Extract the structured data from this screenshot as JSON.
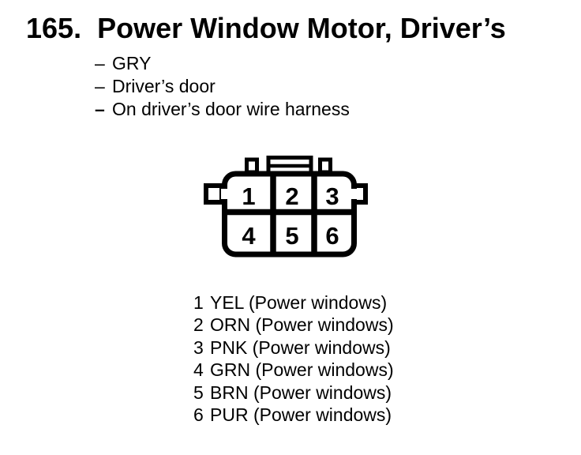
{
  "page": {
    "background_color": "#ffffff",
    "ink_color": "#000000"
  },
  "header": {
    "item_number": "165.",
    "title": "Power Window Motor, Driver’s"
  },
  "notes": [
    {
      "dash": "–",
      "text": "GRY"
    },
    {
      "dash": "–",
      "text": "Driver’s door"
    },
    {
      "dash": "–",
      "text": "On driver’s door wire harness"
    }
  ],
  "connector": {
    "description": "6-cavity connector, front view, 2 rows x 3 columns",
    "cavities": [
      "1",
      "2",
      "3",
      "4",
      "5",
      "6"
    ],
    "rows": [
      [
        "1",
        "2",
        "3"
      ],
      [
        "4",
        "5",
        "6"
      ]
    ]
  },
  "pins": [
    {
      "pin": "1",
      "label": "YEL (Power windows)"
    },
    {
      "pin": "2",
      "label": "ORN (Power windows)"
    },
    {
      "pin": "3",
      "label": "PNK (Power windows)"
    },
    {
      "pin": "4",
      "label": "GRN (Power windows)"
    },
    {
      "pin": "5",
      "label": "BRN (Power windows)"
    },
    {
      "pin": "6",
      "label": "PUR (Power windows)"
    }
  ]
}
